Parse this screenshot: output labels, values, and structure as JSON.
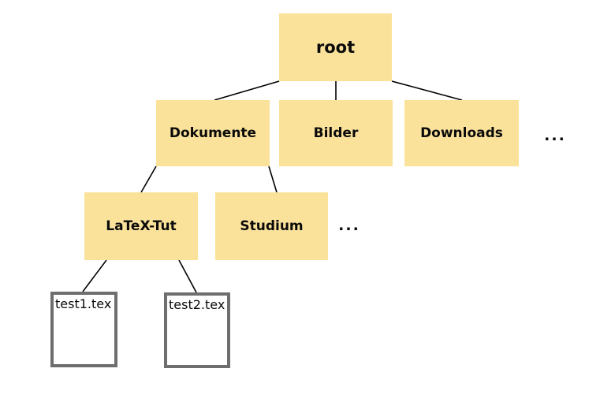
{
  "tree": {
    "root": {
      "label": "root"
    },
    "level2": {
      "dokumente": {
        "label": "Dokumente"
      },
      "bilder": {
        "label": "Bilder"
      },
      "downloads": {
        "label": "Downloads"
      },
      "ellipsis": "..."
    },
    "level3": {
      "latex_tut": {
        "label": "LaTeX-Tut"
      },
      "studium": {
        "label": "Studium"
      },
      "ellipsis": "..."
    },
    "files": {
      "test1": {
        "label": "test1.tex"
      },
      "test2": {
        "label": "test2.tex"
      }
    }
  },
  "colors": {
    "folder_fill": "#FBE29B",
    "file_border": "#6E6E6E",
    "edge": "#000000",
    "label_text": "#0A0A0A",
    "background": "#FFFFFF"
  }
}
